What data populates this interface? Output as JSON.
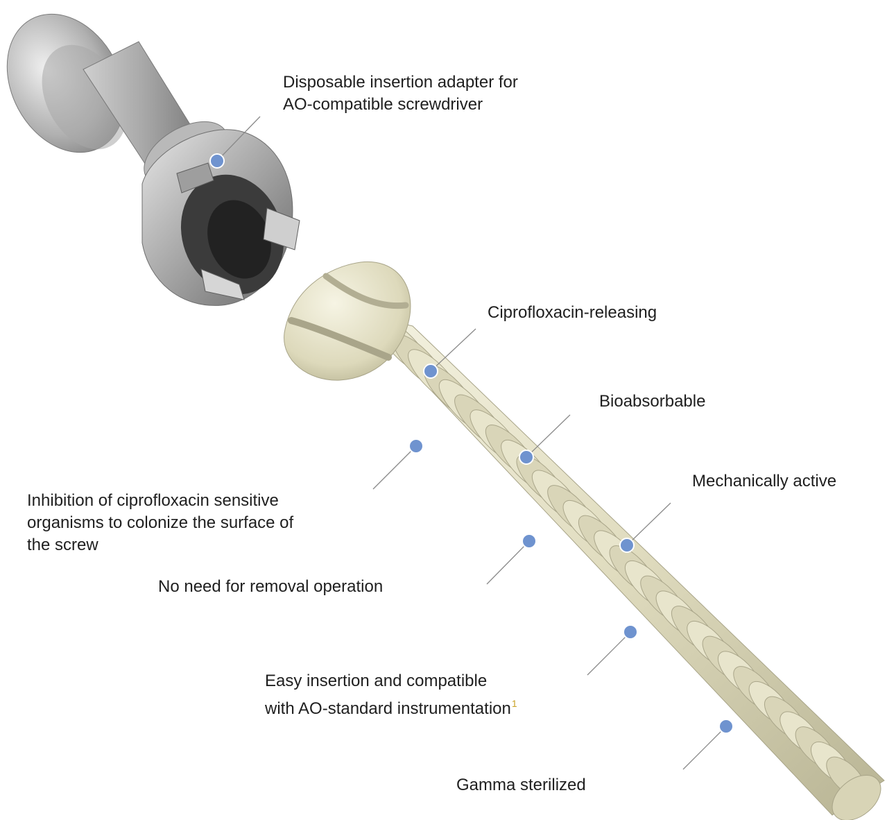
{
  "diagram": {
    "adapter_label": {
      "line1": "Disposable insertion adapter for",
      "line2": "AO-compatible screwdriver"
    },
    "callouts": {
      "ciprofloxacin": "Ciprofloxacin-releasing",
      "bioabsorbable": "Bioabsorbable",
      "mechanical": "Mechanically active",
      "inhibition": {
        "line1": "Inhibition of ciprofloxacin sensitive",
        "line2": "organisms to colonize the surface of",
        "line3": "the screw"
      },
      "removal": "No need for removal operation",
      "insertion": {
        "line1": "Easy insertion and compatible",
        "line2": "with AO-standard instrumentation",
        "footnote": "1"
      },
      "gamma": "Gamma sterilized"
    },
    "colors": {
      "dot": "#6f93cf",
      "leader": "#8a8a8a",
      "screw": "#e3e0c6",
      "adapter": "#9a9a9a",
      "footnote": "#c9a227"
    }
  }
}
